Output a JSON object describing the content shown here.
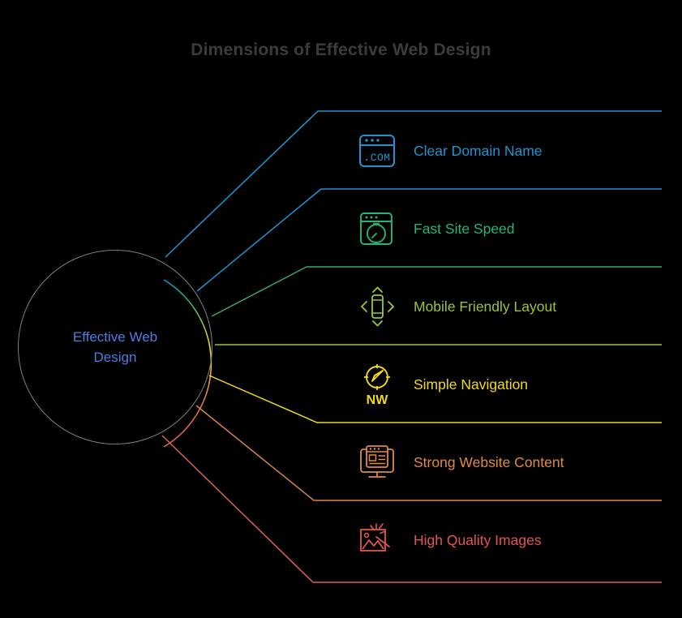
{
  "page": {
    "title": "Dimensions of Effective Web Design",
    "background_color": "#000000",
    "title_color": "#3b3b3b"
  },
  "hub": {
    "label_line1": "Effective Web",
    "label_line2": "Design",
    "text_color": "#4a7fe3",
    "border_color": "#7e7e7e"
  },
  "chart_data": {
    "type": "diagram",
    "diagram_style": "radial-bracket-list",
    "title": "Dimensions of Effective Web Design",
    "center_node": "Effective Web Design",
    "branch_count": 6,
    "branches": [
      {
        "label": "Clear Domain Name",
        "icon": "browser-dotcom-icon",
        "color": "#1f93d0"
      },
      {
        "label": "Fast Site Speed",
        "icon": "browser-stopwatch-icon",
        "color": "#22b573"
      },
      {
        "label": "Mobile Friendly Layout",
        "icon": "mobile-arrows-icon",
        "color": "#9bc532"
      },
      {
        "label": "Simple Navigation",
        "icon": "compass-nw-icon",
        "color": "#f2d91e"
      },
      {
        "label": "Strong Website Content",
        "icon": "monitor-content-icon",
        "color": "#e08b3c"
      },
      {
        "label": "High Quality Images",
        "icon": "image-sparkle-icon",
        "color": "#e0564f"
      }
    ]
  },
  "branches": [
    {
      "label": "Clear Domain Name",
      "color": "#1f93d0",
      "icon_name": "browser-dotcom-icon",
      "icon_text": ".COM"
    },
    {
      "label": "Fast Site Speed",
      "color": "#22b573",
      "icon_name": "browser-stopwatch-icon",
      "icon_text": ""
    },
    {
      "label": "Mobile Friendly Layout",
      "color": "#9bc532",
      "icon_name": "mobile-arrows-icon",
      "icon_text": ""
    },
    {
      "label": "Simple Navigation",
      "color": "#f2d91e",
      "icon_name": "compass-nw-icon",
      "icon_text": "NW"
    },
    {
      "label": "Strong Website Content",
      "color": "#e08b3c",
      "icon_name": "monitor-content-icon",
      "icon_text": ""
    },
    {
      "label": "High Quality Images",
      "color": "#e0564f",
      "icon_name": "image-sparkle-icon",
      "icon_text": ""
    }
  ]
}
